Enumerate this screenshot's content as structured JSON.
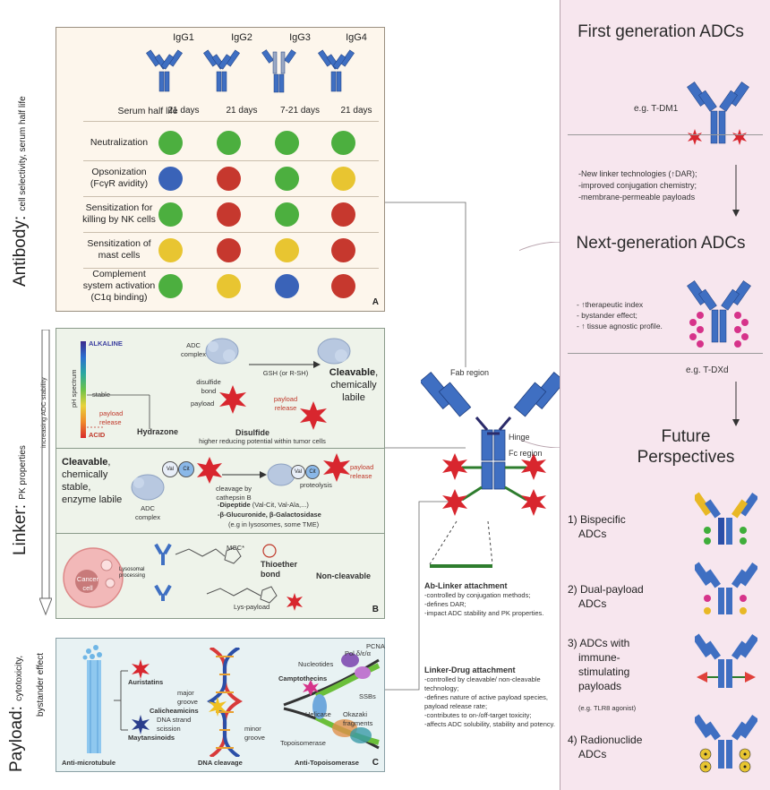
{
  "side_labels": {
    "antibody_main": "Antibody:",
    "antibody_sub": "cell selectivity, serum half life",
    "linker_main": "Linker:",
    "linker_sub": "PK properties",
    "linker_arrow": "increasing ADC stability",
    "payload_main": "Payload:",
    "payload_sub1": "cytotoxicity,",
    "payload_sub2": "bystander effect"
  },
  "panel_a": {
    "letter": "A",
    "headers": [
      "IgG1",
      "IgG2",
      "IgG3",
      "IgG4"
    ],
    "half_life_label": "Serum half life",
    "half_life_values": [
      "21 days",
      "21 days",
      "7-21 days",
      "21 days"
    ],
    "rows": [
      {
        "label": "Neutralization",
        "dots": [
          "#4caf3f",
          "#4caf3f",
          "#4caf3f",
          "#4caf3f"
        ]
      },
      {
        "label": "Opsonization\n(FcγR avidity)",
        "dots": [
          "#3a63b8",
          "#c6382e",
          "#4caf3f",
          "#e8c531"
        ]
      },
      {
        "label": "Sensitization for\nkilling by NK cells",
        "dots": [
          "#4caf3f",
          "#c6382e",
          "#4caf3f",
          "#c6382e"
        ]
      },
      {
        "label": "Sensitization of\nmast cells",
        "dots": [
          "#e8c531",
          "#c6382e",
          "#e8c531",
          "#c6382e"
        ]
      },
      {
        "label": "Complement\nsystem activation\n(C1q binding)",
        "dots": [
          "#4caf3f",
          "#e8c531",
          "#3a63b8",
          "#c6382e"
        ]
      }
    ]
  },
  "panel_b": {
    "letter": "B",
    "ph_spectrum": "pH spectrum",
    "alkaline": "ALKALINE",
    "acid": "ACID",
    "stable": "stable",
    "payload_release": "payload release",
    "hydrazone": "Hydrazone",
    "adc_complex": "ADC complex",
    "disulfide_bond": "disulfide bond",
    "payload": "payload",
    "gsh": "GSH (or R-SH)",
    "payload_release2": "payload release",
    "disulfide": "Disulfide",
    "disulfide_note": "higher reducing potential within tumor cells",
    "cleavable1_bold": "Cleavable",
    "cleavable1_rest": "chemically labile",
    "cleavable2_bold": "Cleavable",
    "cleavable2_rest": "chemically stable, enzyme labile",
    "adc_complex2": "ADC complex",
    "cleavage": "cleavage by cathepsin B",
    "proteolysis": "proteolysis",
    "payload_release3": "payload release",
    "dipeptide": "-Dipeptide",
    "dipeptide_ex": "(Val-Cit, Val-Ala,...)",
    "glucuronide": "-β-Glucuronide, β-Galactosidase",
    "lysosomes": "(e.g in lysosomes, some TME)",
    "val": "Val",
    "cit": "Cit",
    "cancer_cell": "Cancer cell",
    "lysosomal": "Lysosomal processing",
    "mcc": "MCC*",
    "thioether": "Thioether bond",
    "noncleavable": "Non-cleavable",
    "lys_payload": "Lys-payload"
  },
  "panel_c": {
    "letter": "C",
    "auristatins": "Auristatins",
    "maytansinoids": "Maytansinoids",
    "anti_microtubule": "Anti-microtubule",
    "major_groove": "major groove",
    "calicheamicins": "Calicheamicins",
    "dna_strand": "DNA strand scission",
    "minor_groove": "minor groove",
    "dna_cleavage": "DNA cleavage",
    "camptothecins": "Camptothecins",
    "pol": "Pol δ/ε/α",
    "nucleotides": "Nucleotides",
    "pcna": "PCNA",
    "ssbs": "SSBs",
    "okazaki": "Okazaki fragments",
    "helicase": "Helicase",
    "topoisomerase": "Topoisomerase",
    "anti_topo": "Anti-Topoisomerase"
  },
  "center": {
    "fab": "Fab region",
    "hinge": "Hinge",
    "fc": "Fc region",
    "ab_linker_title": "Ab-Linker attachment",
    "ab_linker_items": [
      "-controlled by conjugation methods;",
      "-defines DAR;",
      "-impact ADC stability and PK properties."
    ],
    "linker_drug_title": "Linker-Drug attachment",
    "linker_drug_items": [
      "-controlled by cleavable/ non-cleavable technology;",
      "-defines nature of active payload species, payload release rate;",
      "-contributes to on-/off-target toxicity;",
      "-affects ADC solubility, stability and potency."
    ]
  },
  "right_panel": {
    "first_gen": "First generation ADCs",
    "eg_tdm1": "e.g. T-DM1",
    "improvements": [
      "-New linker technologies (↑DAR);",
      "-improved conjugation chemistry;",
      "-membrane-permeable payloads"
    ],
    "next_gen": "Next-generation ADCs",
    "next_items": [
      "- ↑therapeutic index",
      "- bystander effect;",
      "- ↑ tissue agnostic profile."
    ],
    "eg_tdxd": "e.g. T-DXd",
    "future": "Future Perspectives",
    "future_items": [
      {
        "num": "1) Bispecific",
        "line2": "ADCs"
      },
      {
        "num": "2) Dual-payload",
        "line2": "ADCs"
      },
      {
        "num": "3) ADCs with",
        "line2": "immune-",
        "line3": "stimulating",
        "line4": "payloads"
      },
      {
        "num": "4) Radionuclide",
        "line2": "ADCs"
      }
    ],
    "tlr8": "(e.g. TLR8 agonist)"
  },
  "colors": {
    "antibody_blue": "#3f6fc2",
    "payload_red": "#d8262e",
    "linker_green": "#2e7d2e",
    "magenta": "#d6338a",
    "bispecific_yellow": "#e8b825"
  }
}
